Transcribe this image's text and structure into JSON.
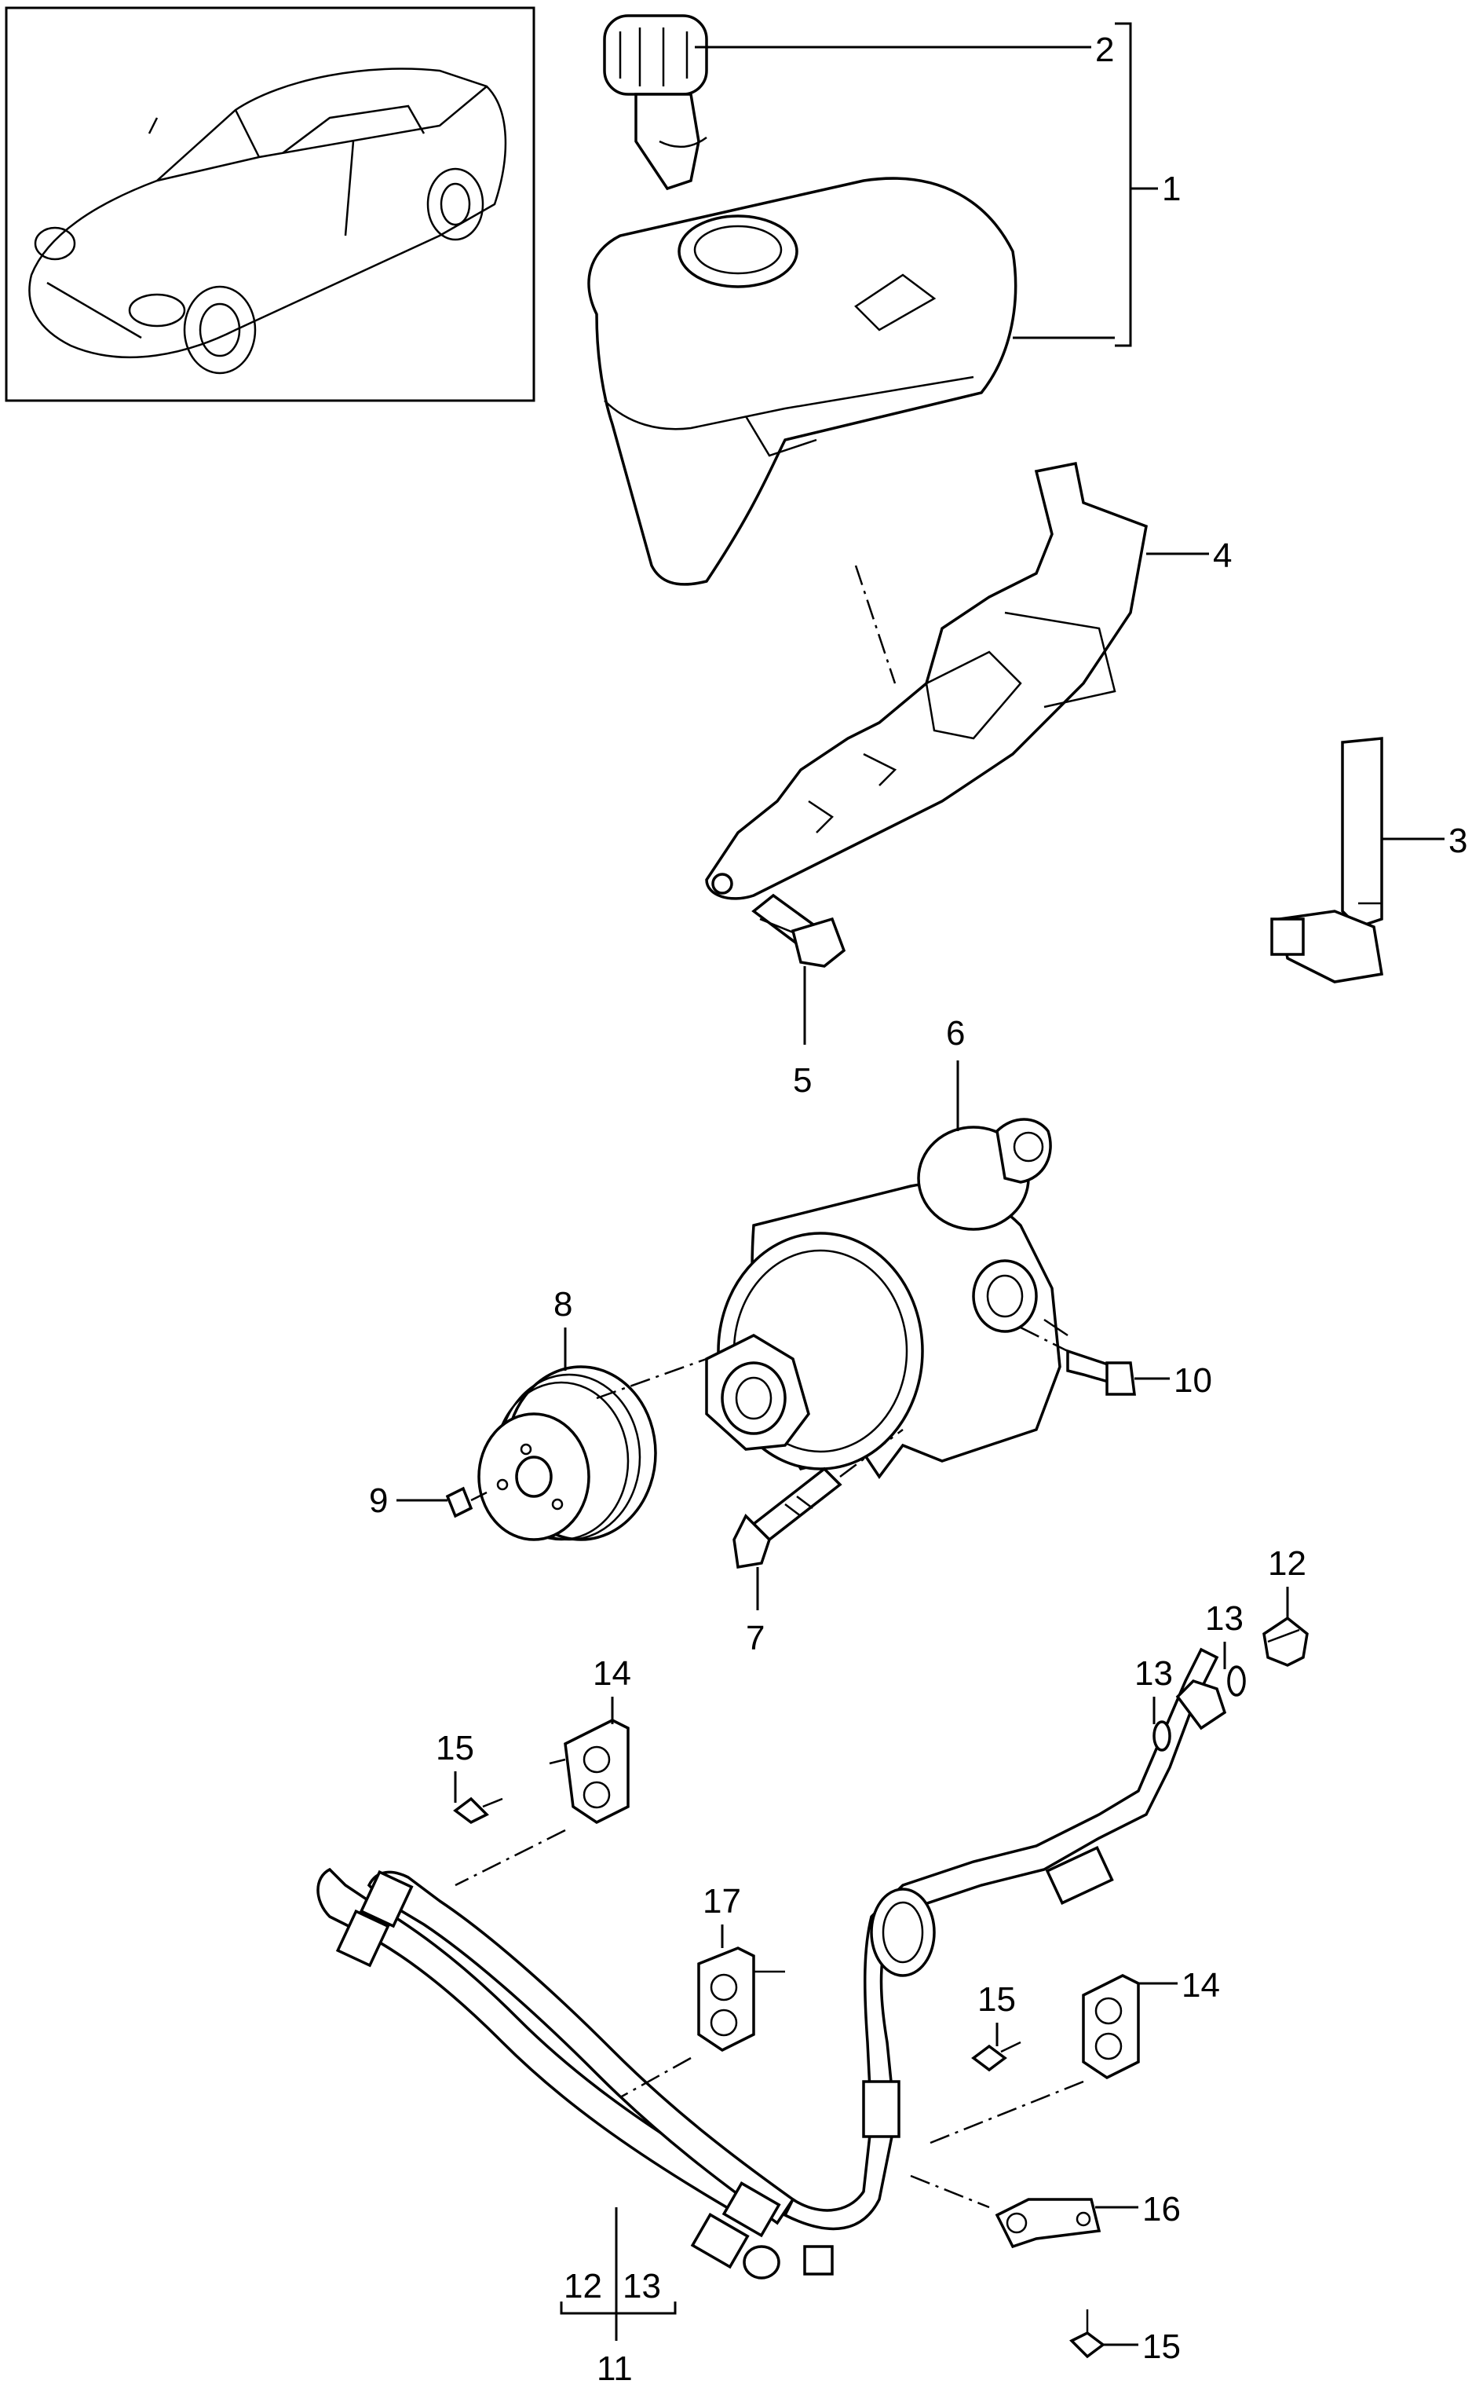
{
  "diagram": {
    "callouts": [
      {
        "id": "c1",
        "text": "1"
      },
      {
        "id": "c2",
        "text": "2"
      },
      {
        "id": "c3",
        "text": "3"
      },
      {
        "id": "c4",
        "text": "4"
      },
      {
        "id": "c5",
        "text": "5"
      },
      {
        "id": "c6",
        "text": "6"
      },
      {
        "id": "c7",
        "text": "7"
      },
      {
        "id": "c8",
        "text": "8"
      },
      {
        "id": "c9",
        "text": "9"
      },
      {
        "id": "c10",
        "text": "10"
      },
      {
        "id": "c11",
        "text": "11"
      },
      {
        "id": "c12a",
        "text": "12"
      },
      {
        "id": "c12b",
        "text": "12"
      },
      {
        "id": "c13a",
        "text": "13"
      },
      {
        "id": "c13b",
        "text": "13"
      },
      {
        "id": "c13c",
        "text": "13"
      },
      {
        "id": "c14a",
        "text": "14"
      },
      {
        "id": "c14b",
        "text": "14"
      },
      {
        "id": "c15a",
        "text": "15"
      },
      {
        "id": "c15b",
        "text": "15"
      },
      {
        "id": "c15c",
        "text": "15"
      },
      {
        "id": "c16",
        "text": "16"
      },
      {
        "id": "c17",
        "text": "17"
      }
    ]
  }
}
